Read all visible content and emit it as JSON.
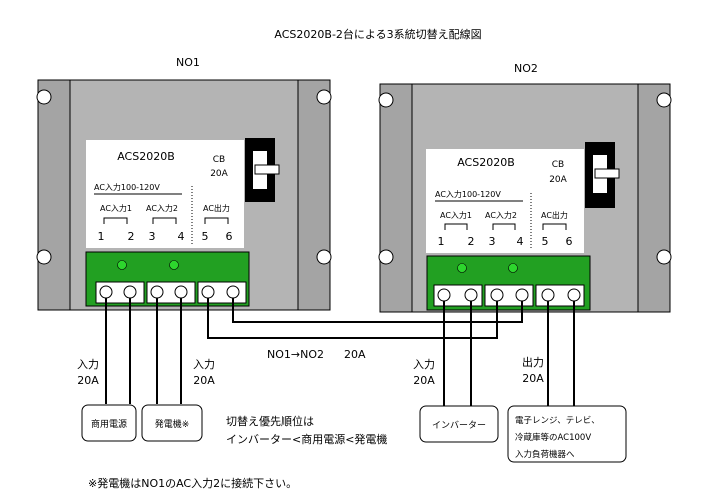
{
  "title": "ACS2020B-2台による3系統切替え配線図",
  "units": [
    {
      "label": "NO1",
      "model": "ACS2020B",
      "cb_label": "CB",
      "cb_rating": "20A",
      "ac_input_range": "AC入力100-120V",
      "ac_input1": "AC入力1",
      "ac_input2": "AC入力2",
      "ac_output": "AC出力",
      "terminals": [
        "1",
        "2",
        "3",
        "4",
        "5",
        "6"
      ]
    },
    {
      "label": "NO2",
      "model": "ACS2020B",
      "cb_label": "CB",
      "cb_rating": "20A",
      "ac_input_range": "AC入力100-120V",
      "ac_input1": "AC入力1",
      "ac_input2": "AC入力2",
      "ac_output": "AC出力",
      "terminals": [
        "1",
        "2",
        "3",
        "4",
        "5",
        "6"
      ]
    }
  ],
  "link_label": "NO1→NO2",
  "link_current": "20A",
  "wire_labels": {
    "no1_in1": [
      "入力",
      "20A"
    ],
    "no1_in2": [
      "入力",
      "20A"
    ],
    "no2_in": [
      "入力",
      "20A"
    ],
    "no2_out": [
      "出力",
      "20A"
    ]
  },
  "sources": {
    "commercial": "商用電源",
    "generator": "発電機※",
    "inverter": "インバーター"
  },
  "load_box": [
    "電子レンジ、テレビ、",
    "冷蔵庫等のAC100V",
    "入力負荷機器へ"
  ],
  "priority": [
    "切替え優先順位は",
    "インバーター<商用電源<発電機"
  ],
  "footnote": "※発電機はNO1のAC入力2に接続下さい。",
  "colors": {
    "chassis": "#b4b4b4",
    "chassis_dark": "#a0a0a0",
    "terminal_block": "#22a022",
    "led": "#2dd62d"
  }
}
